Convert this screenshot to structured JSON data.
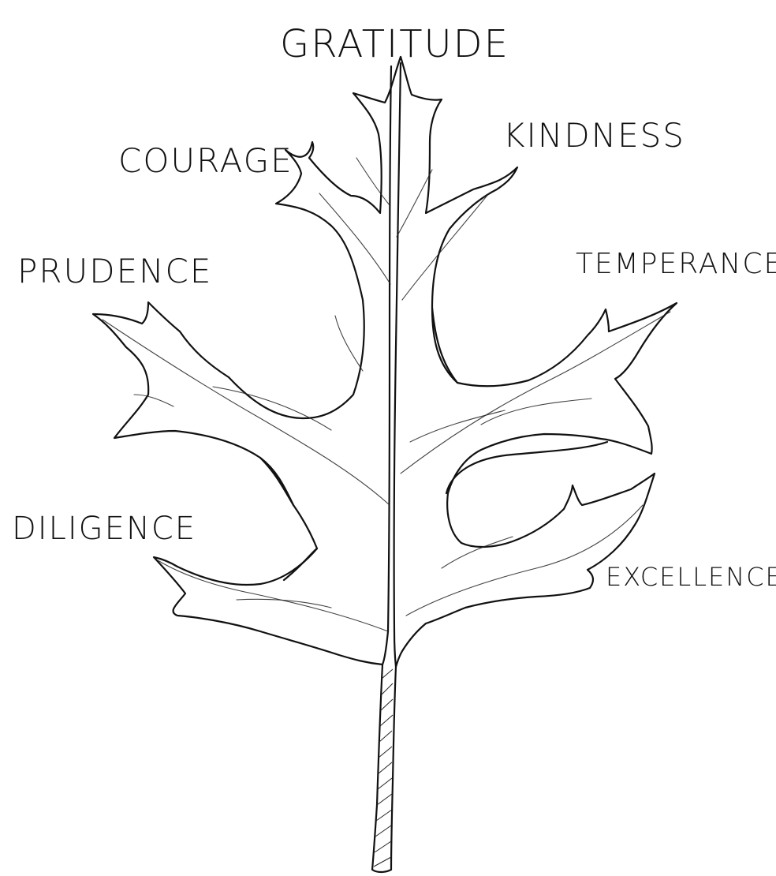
{
  "labels": {
    "top": "GRATITUDE",
    "upper_left": "COURAGE",
    "upper_right": "KINDNESS",
    "middle_left": "PRUDENCE",
    "middle_right": "TEMPERANCE",
    "lower_left": "DILIGENCE",
    "lower_right": "EXCELLENCE"
  },
  "colors": {
    "ink": "#111111",
    "background": "#ffffff"
  }
}
